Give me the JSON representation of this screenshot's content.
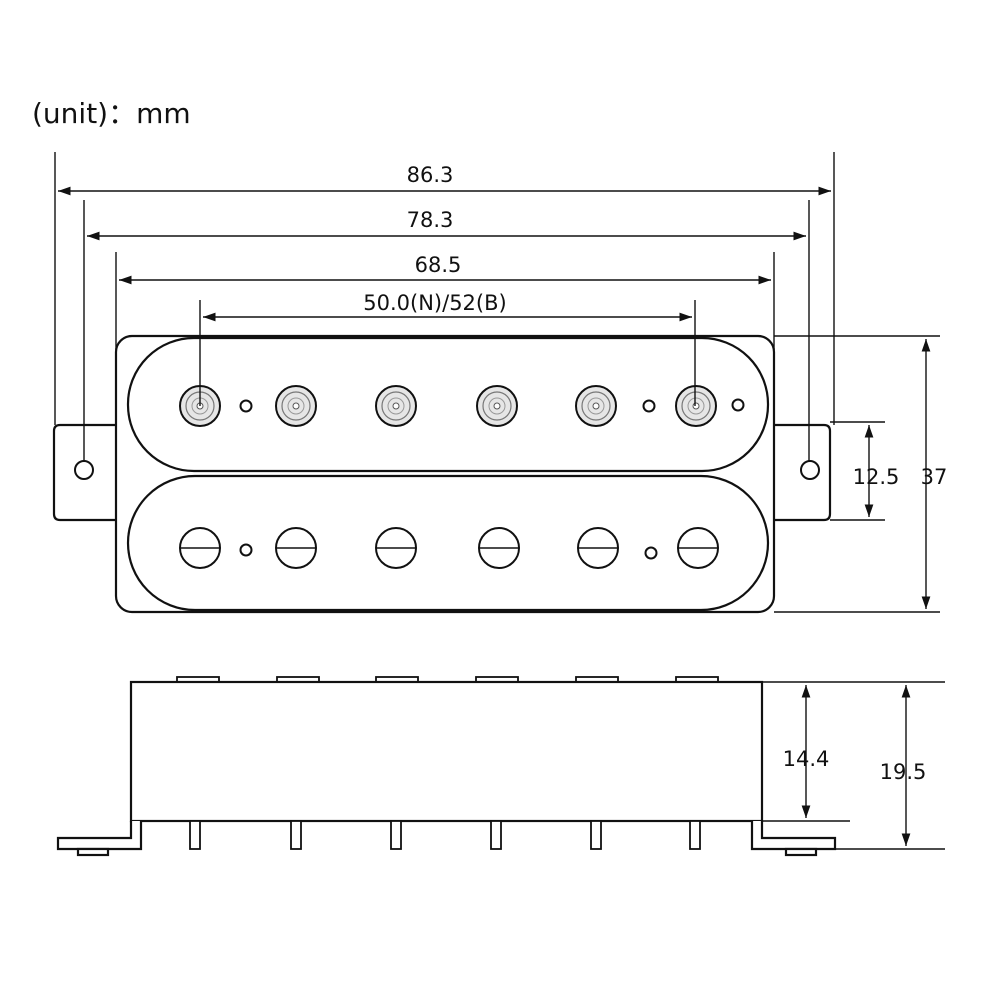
{
  "unit_label": "(unit)：mm",
  "dimensions": {
    "total_width": "86.3",
    "mount_hole_spacing": "78.3",
    "cover_width": "68.5",
    "pole_spacing": "50.0(N)/52(B)",
    "mount_tab_width": "12.5",
    "total_length": "37",
    "body_height": "14.4",
    "total_height": "19.5"
  },
  "colors": {
    "line": "#111111",
    "pole_fill": "#e6e6e6",
    "background": "#ffffff"
  }
}
